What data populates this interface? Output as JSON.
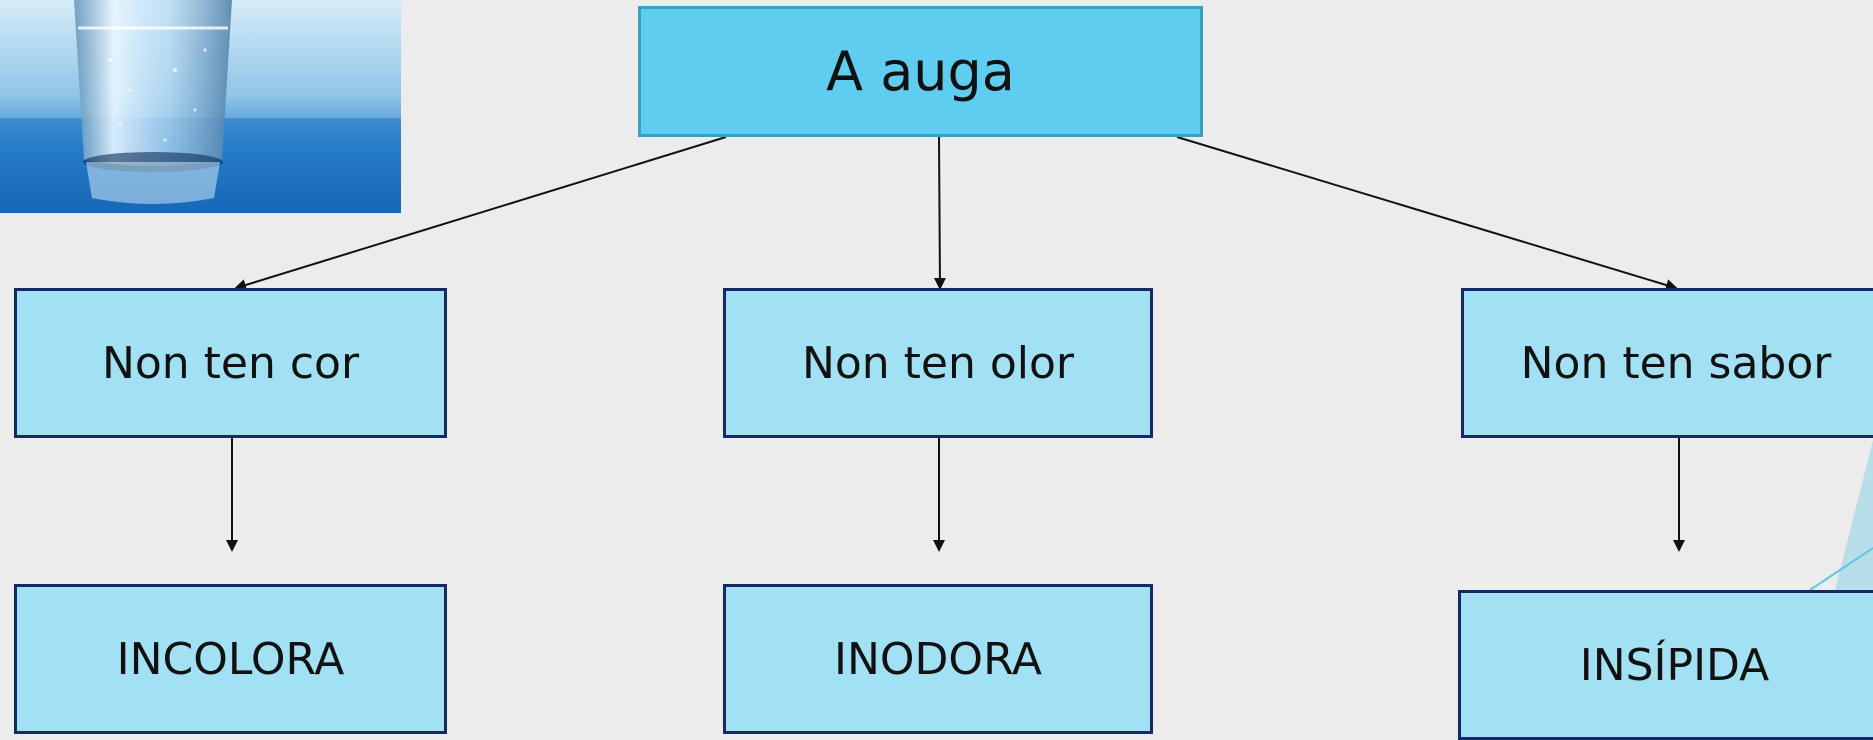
{
  "diagram": {
    "root": {
      "label": "A auga"
    },
    "branches": [
      {
        "label": "Non ten cor",
        "result": "INCOLORA"
      },
      {
        "label": "Non ten olor",
        "result": "INODORA"
      },
      {
        "label": "Non ten sabor",
        "result": "INSÍPIDA"
      }
    ]
  },
  "colors": {
    "background": "#ececec",
    "root_fill": "#5fcdef",
    "box_fill": "#a2e1f4",
    "box_border": "#142a66",
    "arrow": "#111111"
  },
  "image": {
    "subject": "glass-of-water-photo"
  }
}
